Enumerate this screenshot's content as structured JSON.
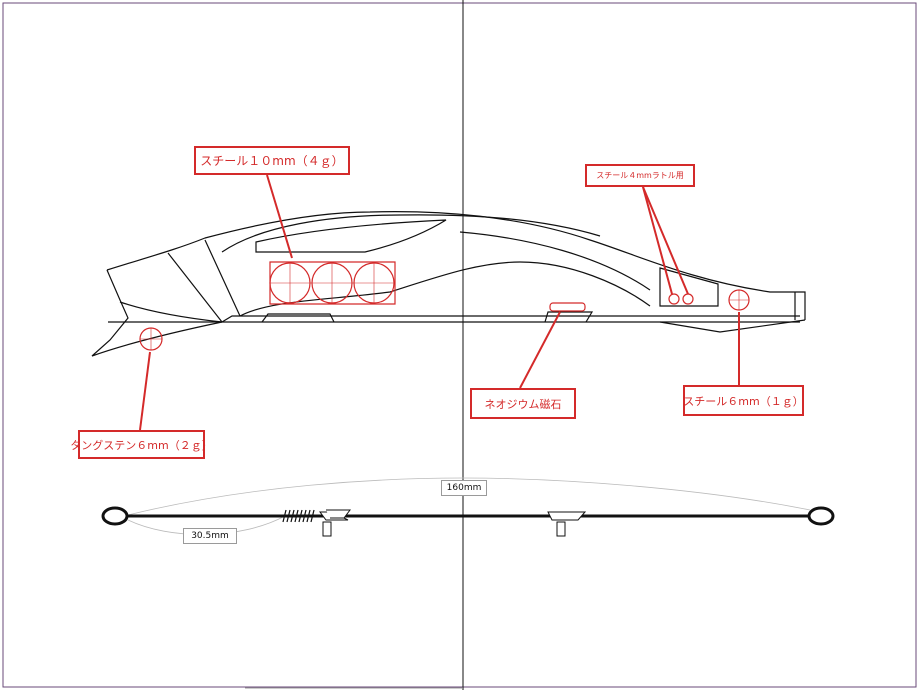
{
  "callouts": {
    "steel_10mm": "スチール１０mm（４ｇ）",
    "steel_4mm_rattle": "スチール４mmラトル用",
    "neodymium_magnet": "ネオジウム磁石",
    "steel_6mm": "スチール６mm（１ｇ）",
    "tungsten_6mm": "タングステン６mm（２ｇ）"
  },
  "dimensions": {
    "total_length": "160mm",
    "front_length": "30.5mm"
  },
  "colors": {
    "callout": "#d42a2a",
    "outline": "#111111",
    "frame": "#6a4a7a"
  }
}
